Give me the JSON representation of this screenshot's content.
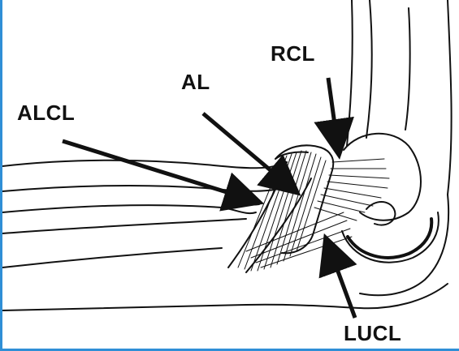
{
  "figure": {
    "labels": {
      "alcl": "ALCL",
      "al": "AL",
      "rcl": "RCL",
      "lucl": "LUCL"
    }
  },
  "colors": {
    "frame_accent": "#2f8fd6",
    "ink": "#111111"
  }
}
